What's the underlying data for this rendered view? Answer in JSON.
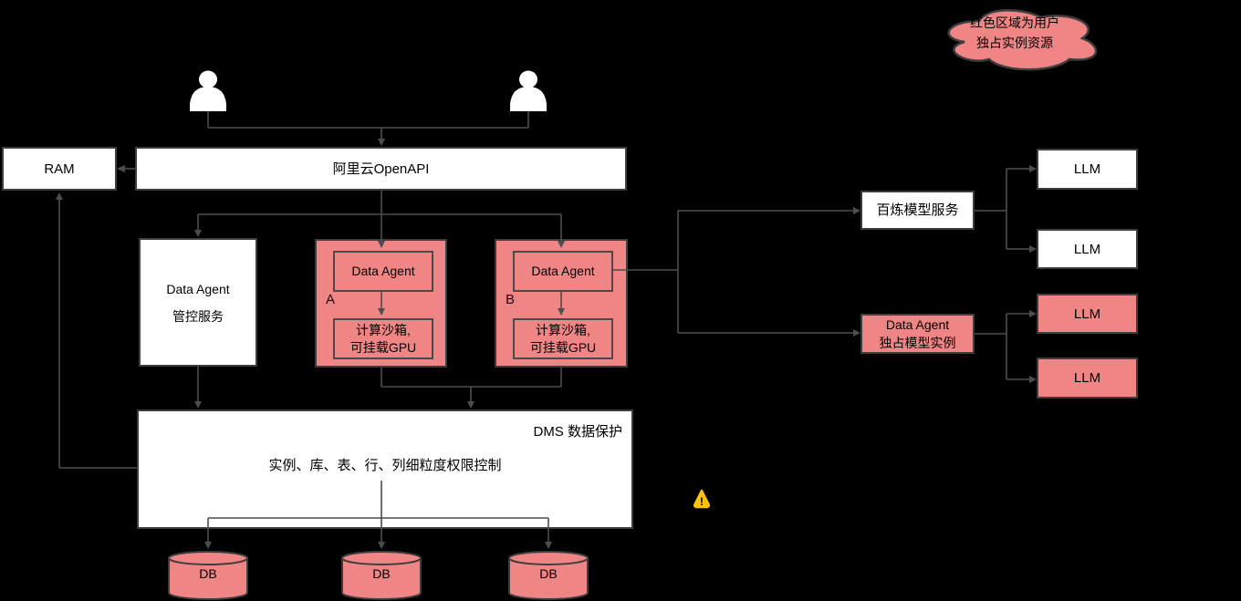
{
  "colors": {
    "background": "#000000",
    "node_fill_white": "#ffffff",
    "node_fill_pink": "#F08585",
    "node_stroke": "#3d3d3d",
    "wire": "#4d4d4d",
    "warning": "#FFC10D",
    "text": "#000000"
  },
  "legend_cloud": {
    "line1": "红色区域为用户",
    "line2": "独占实例资源"
  },
  "icons": {
    "user_left": "user-icon",
    "user_right": "user-icon",
    "warning": "warning-icon",
    "cloud": "cloud-callout",
    "database": "db-cylinder"
  },
  "nodes": {
    "ram": {
      "label": "RAM"
    },
    "openapi": {
      "label": "阿里云OpenAPI"
    },
    "console": {
      "line1": "Data Agent",
      "line2": "管控服务"
    },
    "agent_group_a": {
      "tag": "A",
      "agent": "Data Agent",
      "sandbox_line1": "计算沙箱,",
      "sandbox_line2": "可挂载GPU"
    },
    "agent_group_b": {
      "tag": "B",
      "agent": "Data Agent",
      "sandbox_line1": "计算沙箱,",
      "sandbox_line2": "可挂载GPU"
    },
    "bailian": {
      "label": "百炼模型服务"
    },
    "dedicated": {
      "line1": "Data Agent",
      "line2": "独占模型实例"
    },
    "llm_bailian_1": {
      "label": "LLM"
    },
    "llm_bailian_2": {
      "label": "LLM"
    },
    "llm_dedicated_1": {
      "label": "LLM"
    },
    "llm_dedicated_2": {
      "label": "LLM"
    },
    "dms": {
      "title": "DMS 数据保护",
      "body": "实例、库、表、行、列细粒度权限控制"
    },
    "db_1": {
      "label": "DB"
    },
    "db_2": {
      "label": "DB"
    },
    "db_3": {
      "label": "DB"
    }
  }
}
